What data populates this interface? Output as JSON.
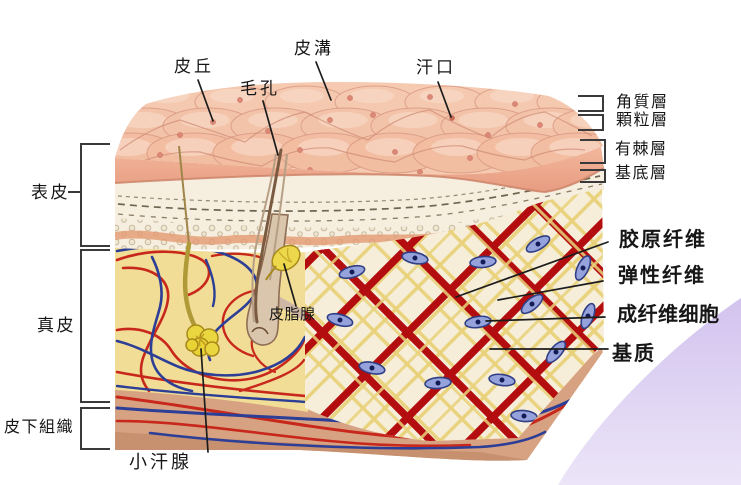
{
  "labels": {
    "pi_qiu": "皮丘",
    "mao_kong": "毛孔",
    "pi_gou": "皮溝",
    "han_kou": "汗口",
    "jiao_zhi_ceng": "角質層",
    "ke_li_ceng": "顆粒層",
    "you_ji_ceng": "有棘層",
    "ji_di_ceng": "基底層",
    "biao_pi": "表皮",
    "zhen_pi": "真皮",
    "pi_xia_zu_zhi": "皮下組織",
    "jiao_yuan_xian_wei": "胶原纤维",
    "tan_xing_xian_wei": "弹性纤维",
    "cheng_xian_wei_xi_bao": "成纤维细胞",
    "ji_zhi": "基质",
    "pi_zhi_xian": "皮脂腺",
    "xiao_han_xian": "小汗腺"
  },
  "colors": {
    "skin_pink": "#f2c2a8",
    "salmon_band": "#eda98f",
    "epidermis_cream": "#f6efe0",
    "dermis_yellow": "#f2dd96",
    "fiber_background": "#f7eeda",
    "collagen_red": "#b30d10",
    "elastic_yellow": "#e8d179",
    "fibroblast_blue": "#96a2db",
    "subcutis_tan": "#d7a282",
    "vessel_red": "#c8281c",
    "vessel_blue": "#2c3e96",
    "gland_yellow": "#ead63e",
    "corner_purple": "#d7c9ef",
    "label_ink": "#1a1a1a"
  }
}
